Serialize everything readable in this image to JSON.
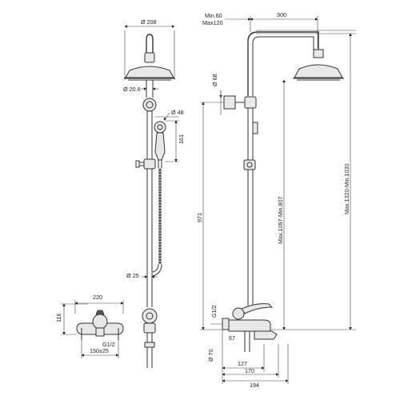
{
  "drawing": {
    "front_view": {
      "head_diameter": "Ø 208",
      "arm_diameter": "Ø 20.6",
      "handshower_diameter": "Ø 48",
      "handshower_length": "161",
      "bar_diameter": "Ø 25"
    },
    "mixer_view": {
      "width": "220",
      "height": "116",
      "connection": "G1/2",
      "centers": "150±25"
    },
    "side_view": {
      "min_label": "Min.60",
      "max_label": "Max120",
      "arm_reach": "300",
      "support_diameter": "Ø 68",
      "height_971": "971",
      "range_mid": "Max.1097-Min.807",
      "range_total": "Max.1320-Min.1030",
      "connection": "G1/2",
      "dim_67": "67",
      "spout_diameter": "Ø 70",
      "dim_127": "127",
      "dim_170": "170",
      "dim_194": "194"
    }
  }
}
